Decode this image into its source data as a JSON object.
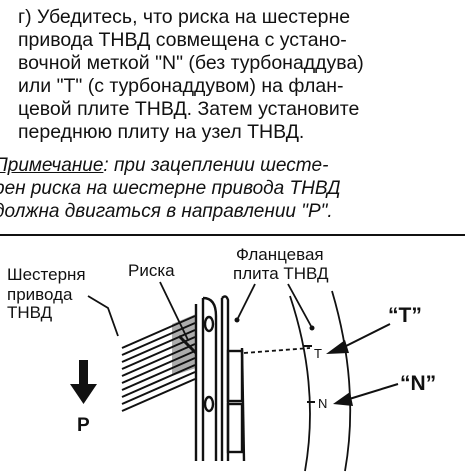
{
  "step": {
    "lines": [
      "г) Убедитесь, что риска на шестерне",
      "привода ТНВД совмещена с устано-",
      "вочной меткой \"N\" (без турбонаддува)",
      "или \"T\" (с турбонаддувом) на флан-",
      "цевой плите ТНВД. Затем установите",
      "переднюю плиту на узел ТНВД."
    ]
  },
  "note": {
    "keyword": "Примечание",
    "line1_rest": ": при зацеплении шесте-",
    "line2": "рен риска на шестерне привода ТНВД",
    "line3": "должна двигаться в направлении \"Р\"."
  },
  "diagram": {
    "label_gear": [
      "Шестерня",
      "привода",
      "ТНВД"
    ],
    "label_mark": "Риска",
    "label_flange": [
      "Фланцевая",
      "плита ТНВД"
    ],
    "callout_t": "“T”",
    "callout_n": "“N”",
    "scale_t": "T",
    "scale_n": "N",
    "arrow_label": "P"
  }
}
